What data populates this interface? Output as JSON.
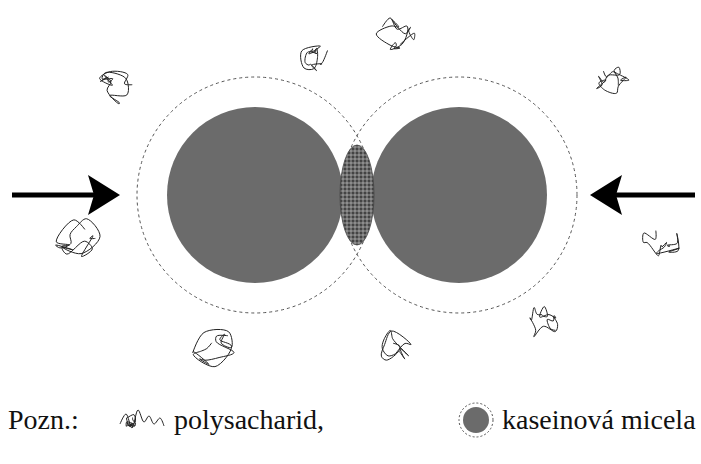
{
  "diagram": {
    "labels": [
      "Pozn.:"
    ],
    "legend": [
      {
        "text": "polysacharid,"
      },
      {
        "text": "kaseinová micela"
      }
    ]
  }
}
